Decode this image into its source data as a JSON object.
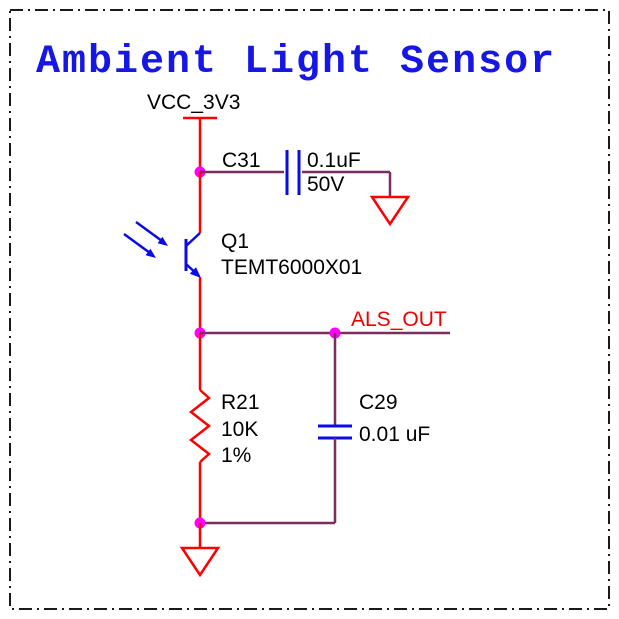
{
  "title": "Ambient Light Sensor",
  "power": {
    "vcc_label": "VCC_3V3"
  },
  "nets": {
    "als_out": "ALS_OUT"
  },
  "components": {
    "c31": {
      "ref": "C31",
      "value": "0.1uF",
      "rating": "50V"
    },
    "q1": {
      "ref": "Q1",
      "part": "TEMT6000X01"
    },
    "r21": {
      "ref": "R21",
      "value": "10K",
      "tolerance": "1%"
    },
    "c29": {
      "ref": "C29",
      "value": "0.01 uF"
    }
  },
  "colors": {
    "title_blue": "#1616e6",
    "component_blue": "#0b0be6",
    "wire_red": "#ff0000",
    "net_wire_maroon": "#7b2d5e",
    "junction_magenta": "#ff00ff",
    "text_black": "#000000",
    "background": "#ffffff",
    "border_black": "#1a1a1a"
  }
}
